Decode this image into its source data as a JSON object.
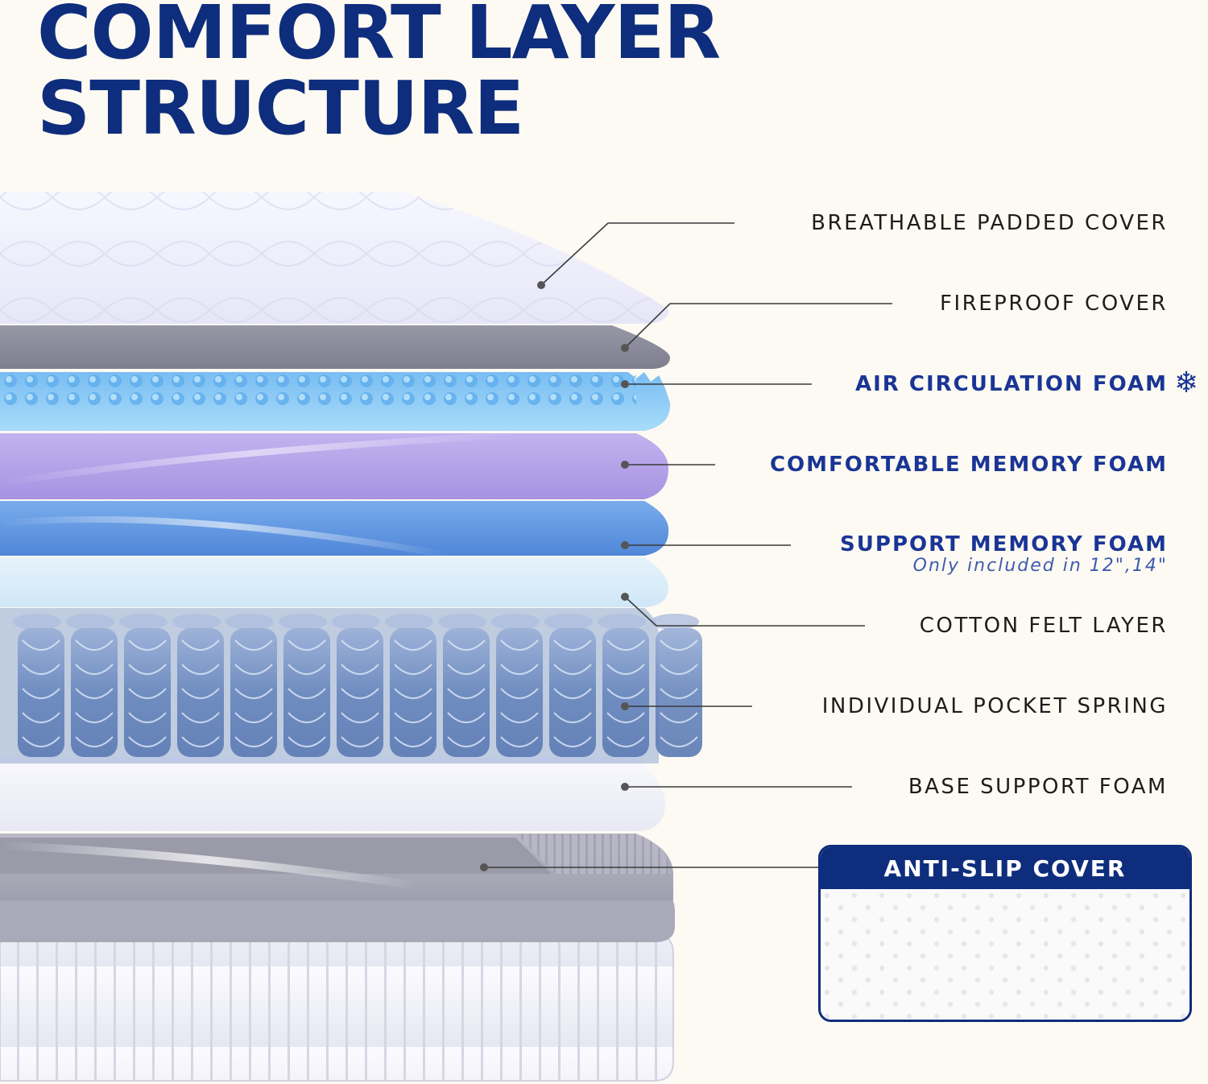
{
  "title": {
    "line1": "COMFORT LAYER",
    "line2": "STRUCTURE"
  },
  "layers": [
    {
      "label": "BREATHABLE PADDED COVER",
      "style": "normal"
    },
    {
      "label": "FIREPROOF COVER",
      "style": "normal"
    },
    {
      "label": "AIR CIRCULATION FOAM",
      "style": "highlight",
      "icon": "snowflake-icon"
    },
    {
      "label": "COMFORTABLE MEMORY FOAM",
      "style": "highlight"
    },
    {
      "label": "SUPPORT MEMORY FOAM",
      "style": "highlight",
      "note": "Only included in 12\",14\""
    },
    {
      "label": "COTTON FELT LAYER",
      "style": "normal"
    },
    {
      "label": "INDIVIDUAL POCKET SPRING",
      "style": "normal"
    },
    {
      "label": "BASE SUPPORT FOAM",
      "style": "normal"
    }
  ],
  "anti_slip": {
    "label": "ANTI-SLIP COVER"
  },
  "colors": {
    "title": "#0f2d7d",
    "highlight_text": "#1a3596",
    "background": "#fcfaf2",
    "padded_cover": "#eeeefc",
    "fireproof_cover": "#8f8f9e",
    "air_foam": "#8ccbf6",
    "comfort_foam": "#b6a4ea",
    "support_foam": "#5f98e2",
    "cotton_felt": "#d8ecf9",
    "springs": "#6f8fc6",
    "base_foam": "#f2f2fb",
    "outer_cover": "#f3f3fa"
  }
}
